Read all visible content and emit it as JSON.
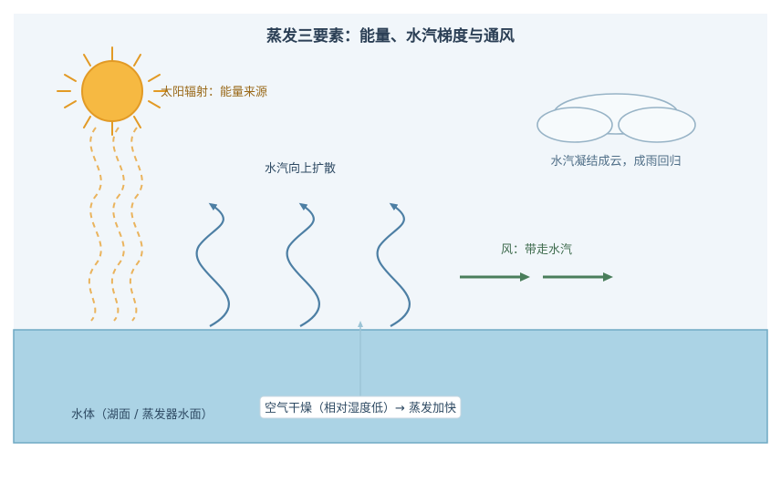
{
  "diagram": {
    "title": "蒸发三要素：能量、水汽梯度与通风",
    "labels": {
      "sun": "太阳辐射：能量来源",
      "vapor": "水汽向上扩散",
      "cloud": "水汽凝结成云，成雨回归",
      "wind": "风：带走水汽",
      "water": "水体（湖面 / 蒸发器水面）",
      "dry_air": "空气干燥（相对湿度低）→ 蒸发加快"
    },
    "icons": {
      "sun": "sun-icon",
      "cloud": "cloud-icon",
      "wind": "wind-arrow-icon",
      "vapor": "vapor-wave-icon"
    },
    "colors": {
      "sky": "#f1f6fa",
      "water": "#abd3e5",
      "water_border": "#6fa9c3",
      "sun_fill": "#f6b942",
      "sun_stroke": "#e29a25",
      "vapor": "#4d7fa4",
      "wind": "#4a7e5b",
      "cloud": "#97b3c6",
      "sun_label": "#9a6a1a",
      "text": "#2e4a63"
    }
  }
}
